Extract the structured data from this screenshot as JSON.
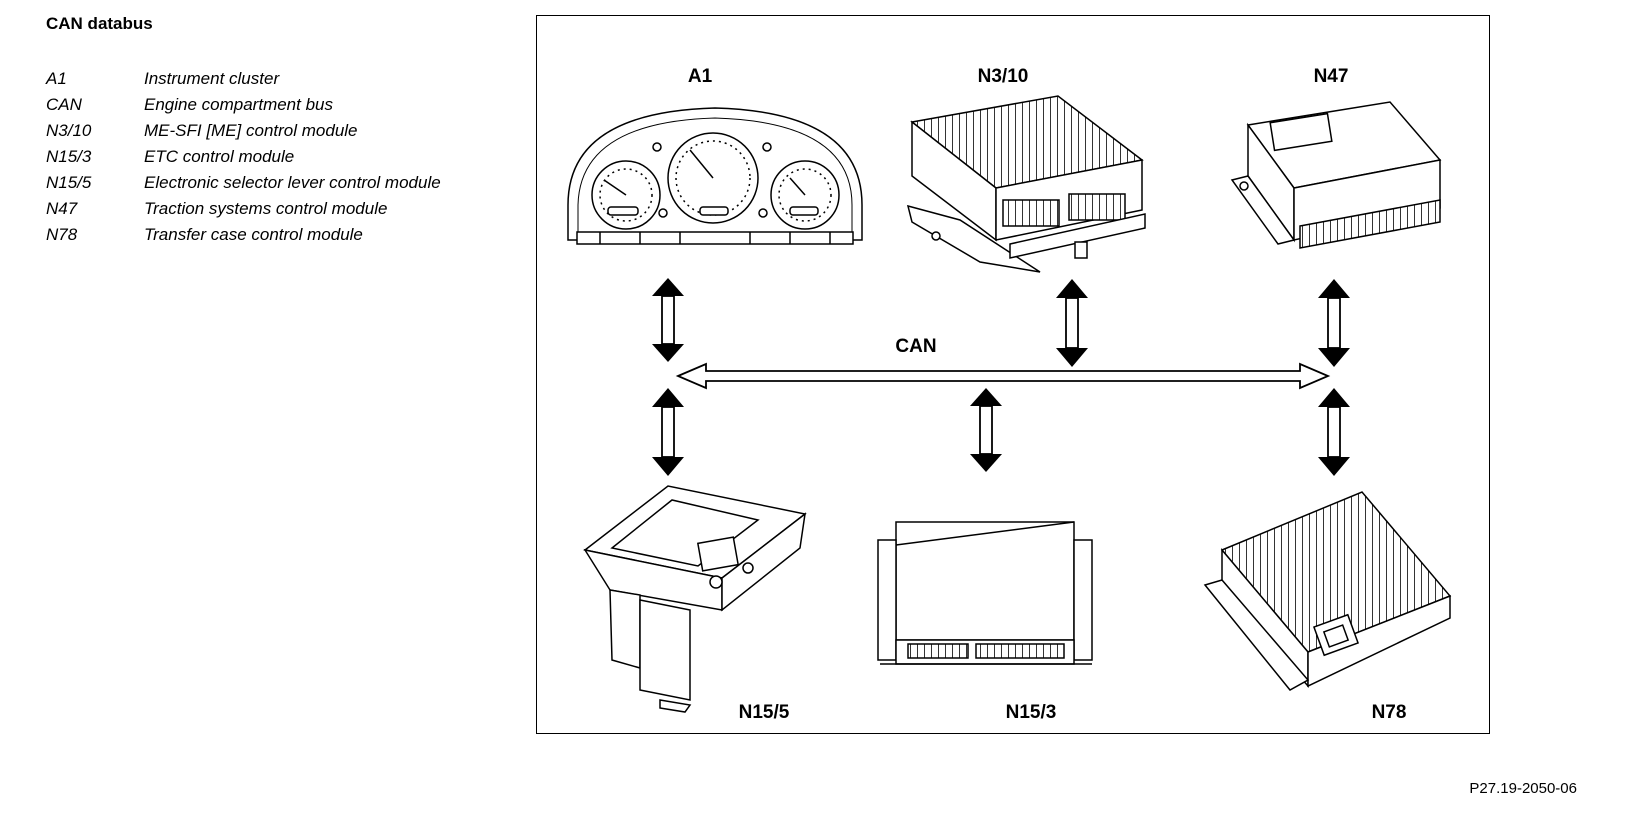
{
  "heading": "CAN databus",
  "legend": [
    {
      "code": "A1",
      "description": "Instrument cluster"
    },
    {
      "code": "CAN",
      "description": "Engine compartment bus"
    },
    {
      "code": "N3/10",
      "description": "ME-SFI [ME] control module"
    },
    {
      "code": "N15/3",
      "description": "ETC control module"
    },
    {
      "code": "N15/5",
      "description": "Electronic selector lever control module"
    },
    {
      "code": "N47",
      "description": "Traction systems control module"
    },
    {
      "code": "N78",
      "description": "Transfer case control module"
    }
  ],
  "diagram": {
    "labels": {
      "a1": "A1",
      "n3_10": "N3/10",
      "n47": "N47",
      "can": "CAN",
      "n15_5": "N15/5",
      "n15_3": "N15/3",
      "n78": "N78"
    }
  },
  "reference": "P27.19-2050-06"
}
